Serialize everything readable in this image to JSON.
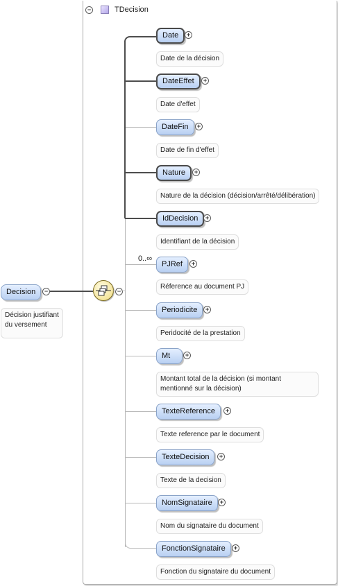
{
  "root": {
    "name": "Decision",
    "description": "Décision justifiant du versement"
  },
  "type": {
    "name": "TDecision"
  },
  "occurrence_label": "0..∞",
  "elements": [
    {
      "name": "Date",
      "description": "Date de la décision"
    },
    {
      "name": "DateEffet",
      "description": "Date d'effet"
    },
    {
      "name": "DateFin",
      "description": "Date de fin d'effet"
    },
    {
      "name": "Nature",
      "description": "Nature de la décision (décision/arrêté/délibération)"
    },
    {
      "name": "IdDecision",
      "description": "Identifiant de la décision"
    },
    {
      "name": "PJRef",
      "description": "Réference au document PJ"
    },
    {
      "name": "Periodicite",
      "description": "Peridocité de la prestation"
    },
    {
      "name": "Mt",
      "description": "Montant total de la décision (si montant mentionné sur la décision)"
    },
    {
      "name": "TexteReference",
      "description": "Texte reference par le document"
    },
    {
      "name": "TexteDecision",
      "description": "Texte de la decision"
    },
    {
      "name": "NomSignataire",
      "description": "Nom du signataire du document"
    },
    {
      "name": "FonctionSignataire",
      "description": "Fonction du signataire du document"
    }
  ]
}
